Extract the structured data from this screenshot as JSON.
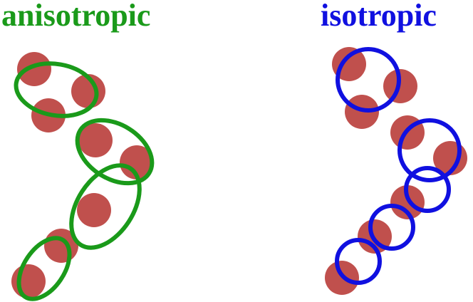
{
  "colors": {
    "particle": "#c0504d",
    "anisotropic": "#1a9a1a",
    "isotropic": "#1010e0",
    "background": "#ffffff"
  },
  "panels": {
    "anisotropic": {
      "title": "anisotropic",
      "shape": "ellipse"
    },
    "isotropic": {
      "title": "isotropic",
      "shape": "circle"
    }
  }
}
